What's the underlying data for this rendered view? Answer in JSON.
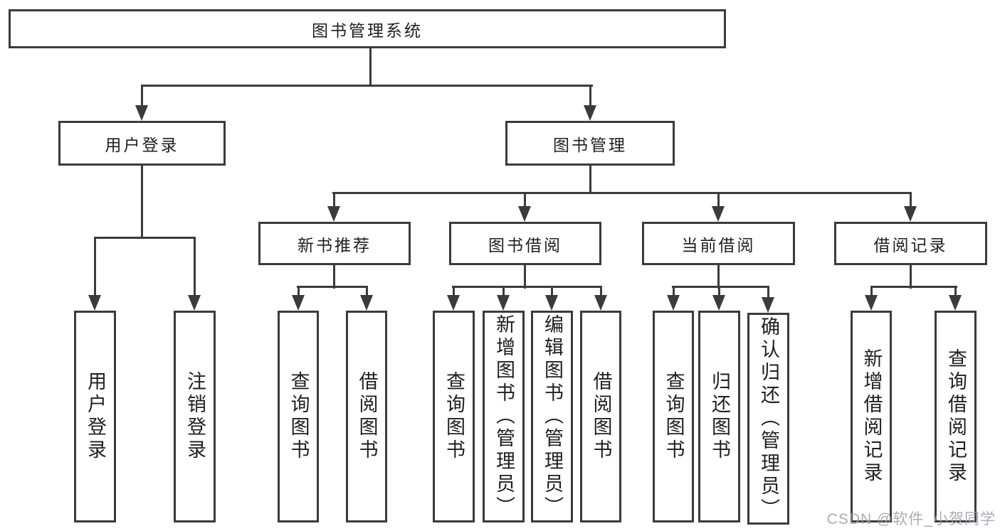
{
  "colors": {
    "line": "#3b3b3b",
    "text": "#1f1f1f",
    "watermark": "#9ea1a7",
    "background": "#ffffff"
  },
  "watermark": "CSDN @软件_小贺同学",
  "tree": {
    "label": "图书管理系统",
    "children": [
      {
        "label": "用户登录",
        "children": [
          {
            "label": "用户登录"
          },
          {
            "label": "注销登录"
          }
        ]
      },
      {
        "label": "图书管理",
        "children": [
          {
            "label": "新书推荐",
            "children": [
              {
                "label": "查询图书"
              },
              {
                "label": "借阅图书"
              }
            ]
          },
          {
            "label": "图书借阅",
            "children": [
              {
                "label": "查询图书"
              },
              {
                "label": "新增图书（管理员）"
              },
              {
                "label": "编辑图书（管理员）"
              },
              {
                "label": "借阅图书"
              }
            ]
          },
          {
            "label": "当前借阅",
            "children": [
              {
                "label": "查询图书"
              },
              {
                "label": "归还图书"
              },
              {
                "label": "确认归还（管理员）"
              }
            ]
          },
          {
            "label": "借阅记录",
            "children": [
              {
                "label": "新增借阅记录"
              },
              {
                "label": "查询借阅记录"
              }
            ]
          }
        ]
      }
    ]
  }
}
